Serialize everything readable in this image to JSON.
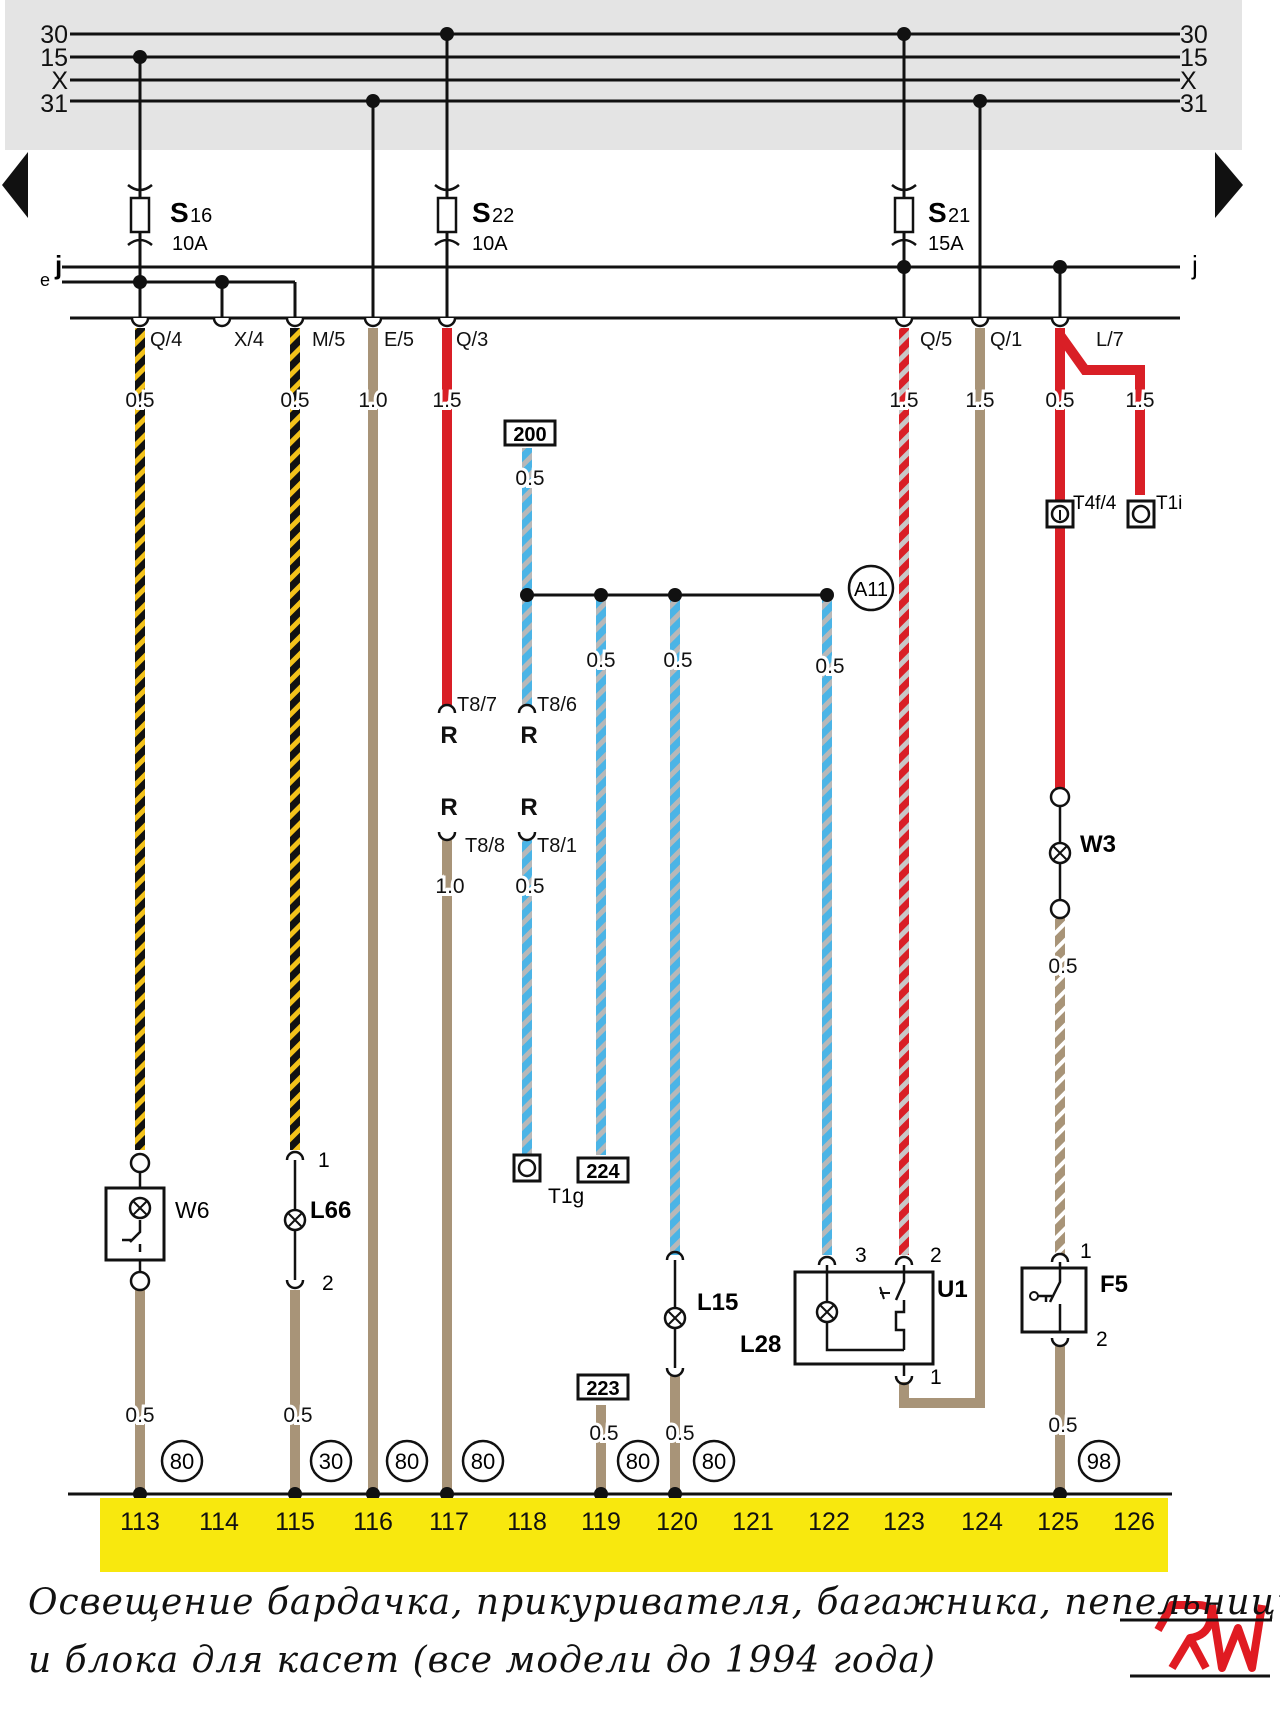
{
  "bus": {
    "left_labels": [
      "30",
      "15",
      "X",
      "31"
    ],
    "right_labels": [
      "30",
      "15",
      "X",
      "31"
    ],
    "j_left": "j",
    "e_left": "e",
    "j_right": "j"
  },
  "fuses": [
    {
      "name": "S",
      "sub": "16",
      "rating": "10A"
    },
    {
      "name": "S",
      "sub": "22",
      "rating": "10A"
    },
    {
      "name": "S",
      "sub": "21",
      "rating": "15A"
    }
  ],
  "connectors_top": [
    "Q/4",
    "X/4",
    "M/5",
    "E/5",
    "Q/3",
    "Q/5",
    "Q/1",
    "L/7"
  ],
  "wire_gauges": {
    "w113": "0.5",
    "w115": "0.5",
    "w116": "1.0",
    "w117": "1.5",
    "w123": "1.5",
    "w124": "1.5",
    "w125a": "0.5",
    "w125b": "1.5",
    "w118_top": "0.5",
    "w119": "0.5",
    "w120": "0.5",
    "w122": "0.5",
    "w117_low": "1.0",
    "w118_low": "0.5",
    "w125_low": "0.5",
    "w113_bot": "0.5",
    "w115_bot": "0.5",
    "w119_bot": "0.5",
    "w120_bot": "0.5",
    "w125_bot": "0.5"
  },
  "boxed_refs": [
    "200",
    "224",
    "223"
  ],
  "connector_labels": {
    "t8_7": "T8/7",
    "t8_6": "T8/6",
    "t8_8": "T8/8",
    "t8_1": "T8/1",
    "r": "R",
    "t4f4": "T4f/4",
    "t1i": "T1i",
    "t1g": "T1g",
    "a11": "A11"
  },
  "components": {
    "w6": "W6",
    "l66": "L66",
    "l15": "L15",
    "l28": "L28",
    "u1": "U1",
    "w3": "W3",
    "f5": "F5",
    "pin_l66_1": "1",
    "pin_l66_2": "2",
    "pin_u1_3": "3",
    "pin_u1_2": "2",
    "pin_u1_1": "1",
    "pin_f5_1": "1",
    "pin_f5_2": "2"
  },
  "circled_refs": [
    "80",
    "30",
    "80",
    "80",
    "80",
    "80",
    "98"
  ],
  "positions": [
    "113",
    "114",
    "115",
    "116",
    "117",
    "118",
    "119",
    "120",
    "121",
    "122",
    "123",
    "124",
    "125",
    "126"
  ],
  "caption": {
    "line1": "Освещение бардачка, прикуривателя, багажника, пепельницы",
    "line2": "и блока для касет (все модели до 1994 года)"
  },
  "logo_text": "RWI",
  "colors": {
    "bus_bg": "#e4e4e4",
    "footer_yellow": "#f8e80e",
    "red": "#d91f26",
    "brown": "#a89478",
    "blue": "#4bb4e6",
    "yellow": "#f3c21a"
  }
}
